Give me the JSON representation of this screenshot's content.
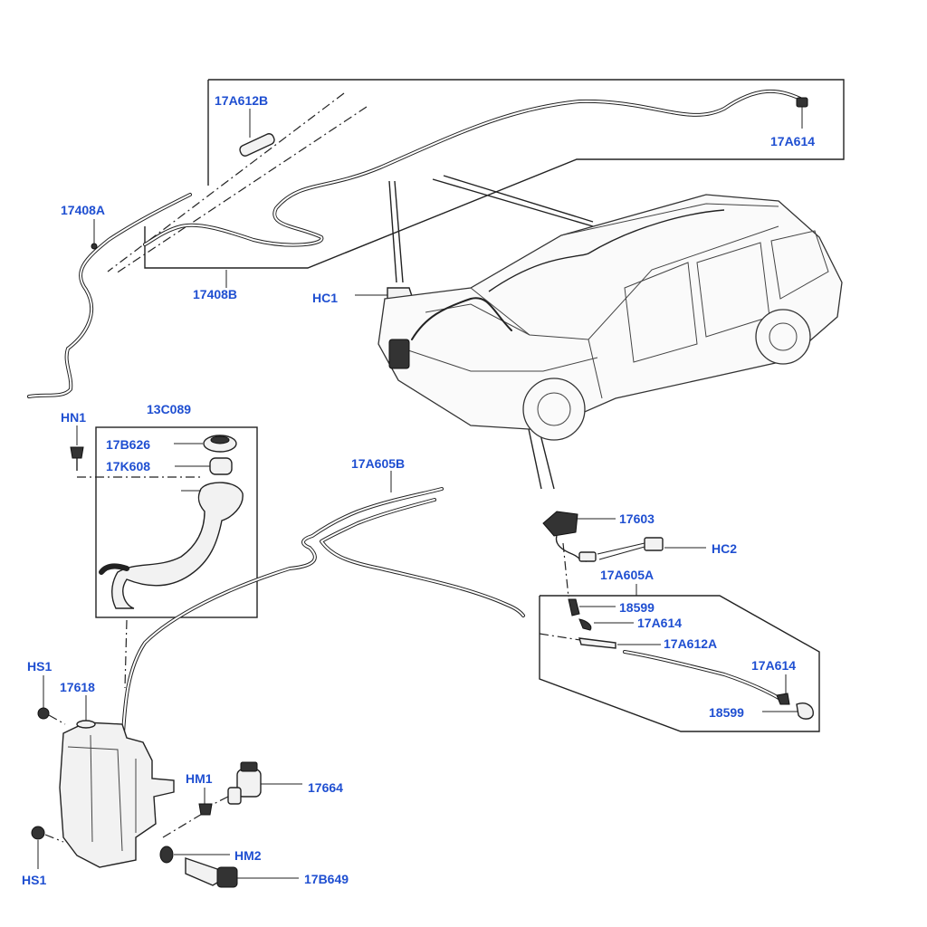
{
  "callouts": {
    "c17A612B_top": "17A612B",
    "c17A614_top": "17A614",
    "c17408A": "17408A",
    "c17408B": "17408B",
    "cHC1": "HC1",
    "cHN1": "HN1",
    "c13C089": "13C089",
    "c17B626": "17B626",
    "c17K608": "17K608",
    "c17A605B": "17A605B",
    "c17603": "17603",
    "cHC2": "HC2",
    "c17A605A": "17A605A",
    "c18599_a": "18599",
    "c17A614_a": "17A614",
    "c17A612A": "17A612A",
    "c17A614_b": "17A614",
    "c18599_b": "18599",
    "cHS1_top": "HS1",
    "c17618": "17618",
    "cHM1": "HM1",
    "c17664": "17664",
    "cHM2": "HM2",
    "cHS1_bot": "HS1",
    "c17B649": "17B649"
  },
  "colors": {
    "label": "#1f4fd1",
    "line": "#222222",
    "background": "#ffffff"
  }
}
